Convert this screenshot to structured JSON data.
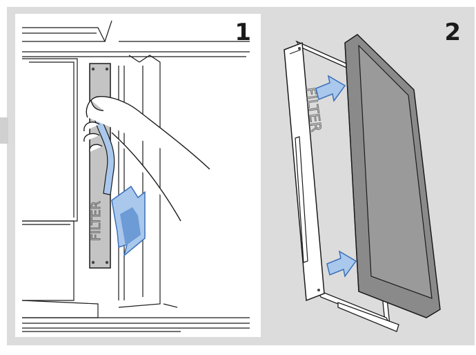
{
  "steps": [
    {
      "number": "1",
      "label": "FILTER"
    },
    {
      "number": "2",
      "label": "FILTER"
    }
  ],
  "colors": {
    "arrow_light": "#a9c8ec",
    "arrow_dark": "#3a6fb8",
    "filter_gray": "#8a8a8a",
    "panel_bg": "#dcdcdc",
    "line": "#1a1a1a"
  },
  "icons": [
    "hand-pull-illustration",
    "filter-frame-illustration",
    "insert-arrow-icon"
  ]
}
